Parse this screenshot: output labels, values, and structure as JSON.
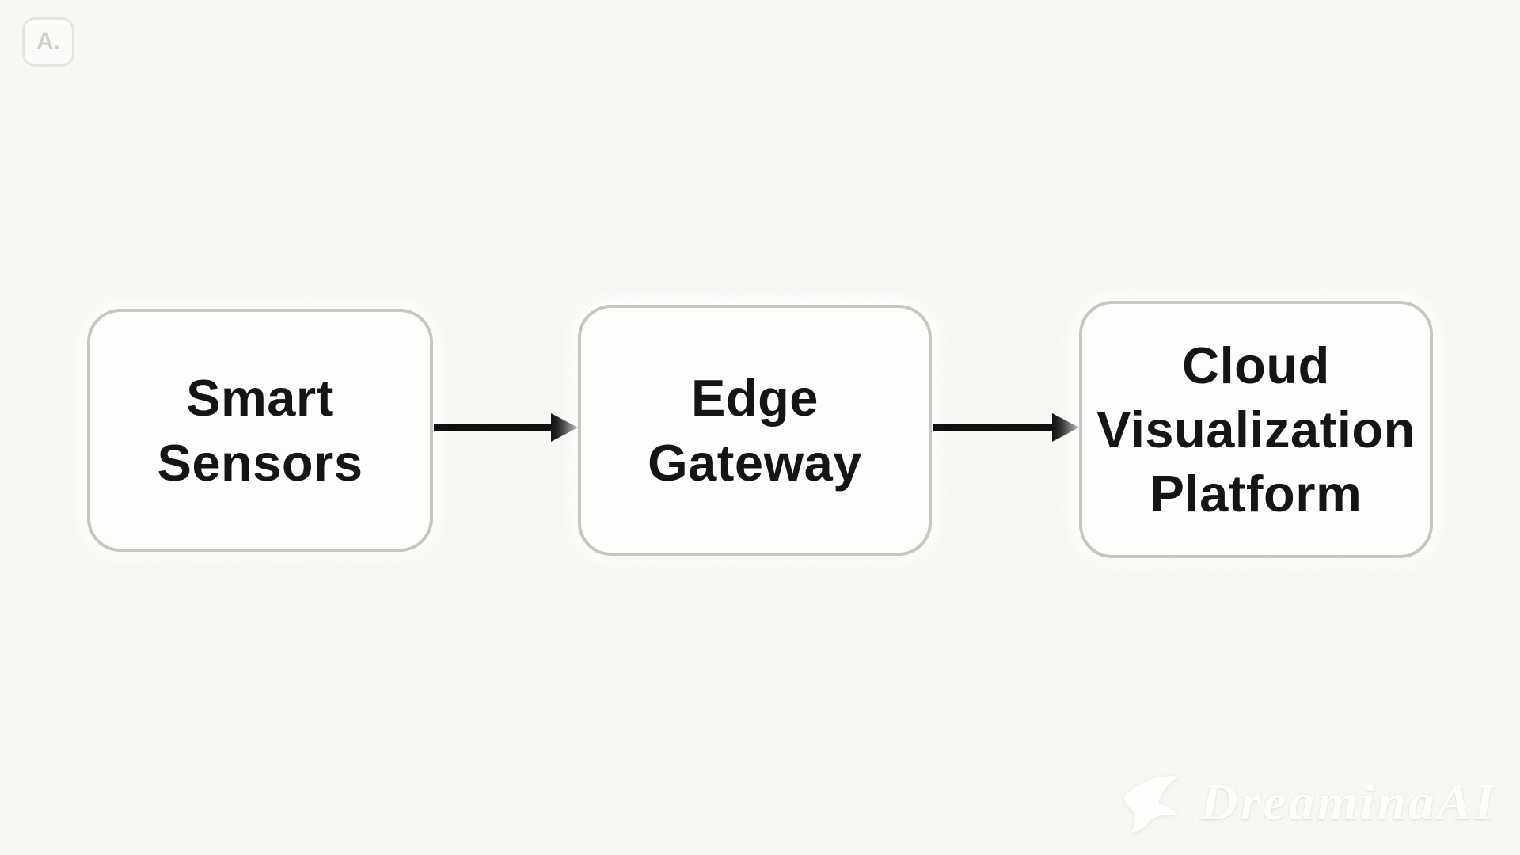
{
  "app": {
    "background_color": "#f7f7f4"
  },
  "corner_icon": {
    "label": "A."
  },
  "diagram": {
    "type": "flowchart",
    "direction": "left-to-right",
    "nodes": [
      {
        "id": "smart-sensors",
        "label": "Smart\nSensors"
      },
      {
        "id": "edge-gateway",
        "label": "Edge\nGateway"
      },
      {
        "id": "cloud-visualization-platform",
        "label": "Cloud\nVisualization\nPlatform"
      }
    ],
    "connections": [
      {
        "from": "smart-sensors",
        "to": "edge-gateway"
      },
      {
        "from": "edge-gateway",
        "to": "cloud-visualization-platform"
      }
    ],
    "colors": {
      "node_fill": "#fdfdfb",
      "node_border": "#c6c6c2",
      "node_text": "#151515",
      "arrow": "#101010"
    }
  },
  "watermark": {
    "text": "DreaminaAI"
  }
}
